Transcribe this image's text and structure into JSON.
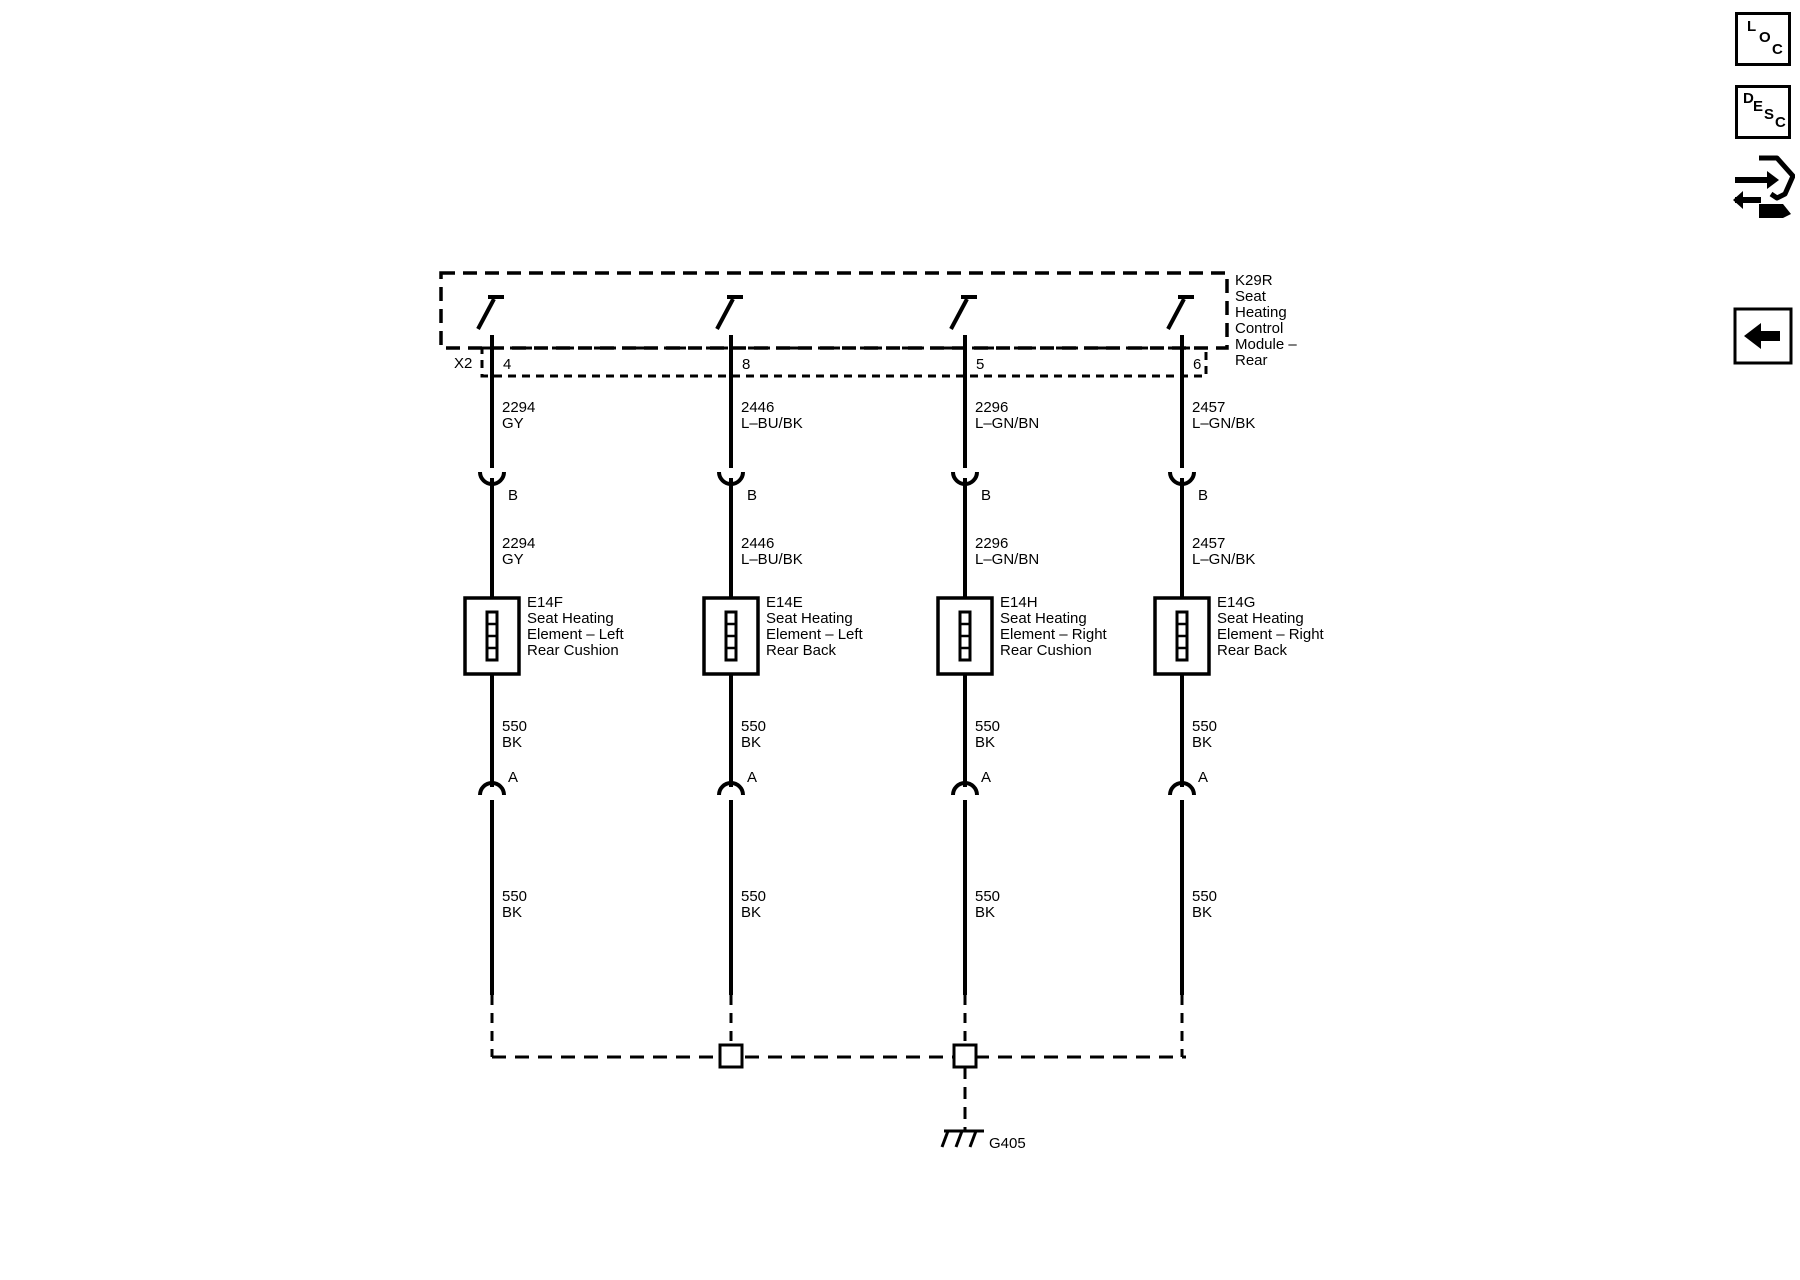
{
  "module": {
    "id": "K29R",
    "name_lines": [
      "Seat",
      "Heating",
      "Control",
      "Module –",
      "Rear"
    ],
    "connector": "X2"
  },
  "circuits": [
    {
      "pin": "4",
      "upper_circuit": "2294",
      "upper_color": "GY",
      "connector_b": "B",
      "mid_circuit": "2294",
      "mid_color": "GY",
      "element_id": "E14F",
      "element_lines": [
        "Seat Heating",
        "Element – Left",
        "Rear Cushion"
      ],
      "lower_circuit": "550",
      "lower_color": "BK",
      "connector_a": "A",
      "ground_circuit": "550",
      "ground_color": "BK"
    },
    {
      "pin": "8",
      "upper_circuit": "2446",
      "upper_color": "L–BU/BK",
      "connector_b": "B",
      "mid_circuit": "2446",
      "mid_color": "L–BU/BK",
      "element_id": "E14E",
      "element_lines": [
        "Seat Heating",
        "Element – Left",
        "Rear Back"
      ],
      "lower_circuit": "550",
      "lower_color": "BK",
      "connector_a": "A",
      "ground_circuit": "550",
      "ground_color": "BK"
    },
    {
      "pin": "5",
      "upper_circuit": "2296",
      "upper_color": "L–GN/BN",
      "connector_b": "B",
      "mid_circuit": "2296",
      "mid_color": "L–GN/BN",
      "element_id": "E14H",
      "element_lines": [
        "Seat Heating",
        "Element – Right",
        "Rear Cushion"
      ],
      "lower_circuit": "550",
      "lower_color": "BK",
      "connector_a": "A",
      "ground_circuit": "550",
      "ground_color": "BK"
    },
    {
      "pin": "6",
      "upper_circuit": "2457",
      "upper_color": "L–GN/BK",
      "connector_b": "B",
      "mid_circuit": "2457",
      "mid_color": "L–GN/BK",
      "element_id": "E14G",
      "element_lines": [
        "Seat Heating",
        "Element – Right",
        "Rear Back"
      ],
      "lower_circuit": "550",
      "lower_color": "BK",
      "connector_a": "A",
      "ground_circuit": "550",
      "ground_color": "BK"
    }
  ],
  "ground": {
    "id": "G405"
  },
  "side_buttons": {
    "loc": [
      "L",
      "O",
      "C"
    ],
    "desc": [
      "D",
      "E",
      "S",
      "C"
    ],
    "connector_icon": "connector-repair-icon",
    "back_icon": "back-arrow-icon"
  }
}
